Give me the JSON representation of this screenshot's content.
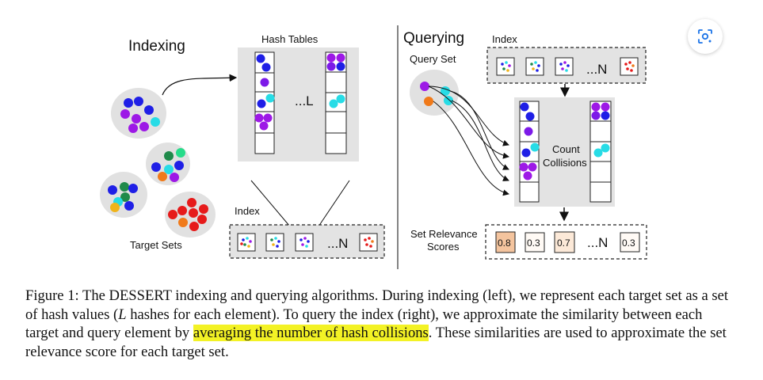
{
  "figure": {
    "left_panel": {
      "title": "Indexing",
      "hash_tables_label": "Hash Tables",
      "dots_label": "...L",
      "target_sets_label": "Target Sets",
      "index_label": "Index",
      "index_n_label": "...N"
    },
    "right_panel": {
      "title": "Querying",
      "query_set_label": "Query Set",
      "index_label": "Index",
      "index_n_label": "...N",
      "count_line1": "Count",
      "count_line2": "Collisions",
      "relevance_line1": "Set Relevance",
      "relevance_line2": "Scores",
      "scores": [
        "0.8",
        "0.3",
        "0.7",
        "0.3"
      ],
      "scores_n_label": "...N"
    },
    "colors": {
      "blue": "#1f1fe6",
      "violet": "#7c1ae8",
      "purple": "#9d19e6",
      "cyan": "#27dce6",
      "orange": "#f07a1a",
      "red": "#e61a1a",
      "green": "#1f8a4a",
      "teal": "#27b8a0",
      "panel_grey": "#e3e3e3",
      "score_high": "#f4c49e",
      "score_mid": "#fce9d8"
    }
  },
  "caption": {
    "part1": "Figure 1: The DESSERT indexing and querying algorithms. During indexing (left), we represent each target set as a set of hash values (",
    "italic_L": "L",
    "part2": " hashes for each element). To query the index (right), we approximate the similarity between each target and query element by ",
    "highlight": "averaging the number of hash collisions",
    "part3": ". These similarities are used to approximate the set relevance score for each target set."
  },
  "lens_button": {
    "icon": "lens-icon"
  }
}
